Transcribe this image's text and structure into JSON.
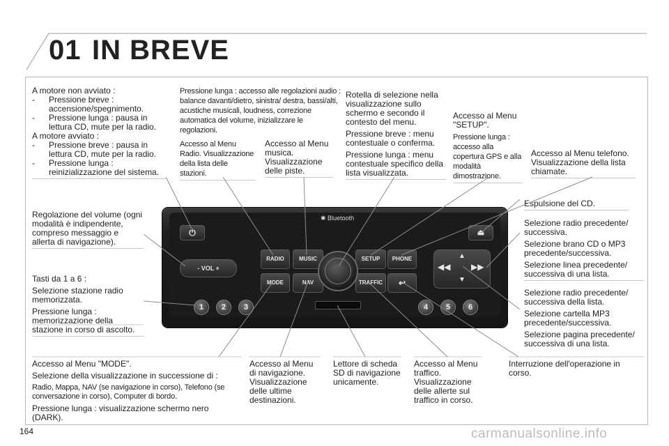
{
  "header": {
    "chapter_number": "01",
    "chapter_title": "IN BREVE"
  },
  "footer": {
    "page_number": "164",
    "watermark": "carmanualsonline.info"
  },
  "radio": {
    "bluetooth_label": "✱ Bluetooth",
    "buttons": {
      "radio": "RADIO",
      "music": "MUSIC",
      "setup": "SETUP",
      "phone": "PHONE",
      "mode": "MODE",
      "nav": "NAV",
      "traffic": "TRAFFIC",
      "vol": "- VOL +"
    },
    "presets": [
      "1",
      "2",
      "3",
      "4",
      "5",
      "6"
    ]
  },
  "labels": {
    "power": {
      "engine_off": "A motore non avviato :",
      "off_short": "Pressione breve : accensione/spegnimento.",
      "off_long": "Pressione lunga : pausa in lettura CD, mute per la radio.",
      "engine_on": "A motore avviato :",
      "on_short": "Pressione breve : pausa in lettura CD, mute per la radio.",
      "on_long": "Pressione lunga : reinizializzazione del sistema."
    },
    "audio_settings": "Pressione lunga : accesso alle regolazioni audio : balance davanti/dietro, sinistra/ destra, bassi/alti, acustiche musicali, loudness, correzione automatica del volume, inizializzare le regolazioni.",
    "radio_menu": "Accesso al Menu Radio. Visualizzazione della lista delle stazioni.",
    "music_menu": "Accesso al Menu musica. Visualizzazione delle piste.",
    "knob_select": "Rotella di selezione nella visualizzazione sullo schermo e secondo il contesto del menu.",
    "knob_short": "Pressione breve : menu contestuale o conferma.",
    "knob_long": "Pressione lunga : menu contestuale specifico della lista visualizzata.",
    "setup_menu": "Accesso al Menu \"SETUP\".",
    "setup_long": "Pressione lunga : accesso alla copertura GPS e alla modalità dimostrazione.",
    "phone_menu": "Accesso al Menu telefono. Visualizzazione della lista chiamate.",
    "eject": "Espulsione del CD.",
    "vol": "Regolazione del volume (ogni modalità è indipendente, compreso messaggio e allerta di navigazione).",
    "lr_radio": "Selezione radio precedente/ successiva.",
    "lr_cd": "Selezione brano CD o MP3 precedente/successiva.",
    "lr_list": "Selezione linea precedente/ successiva di una lista.",
    "presets_title": "Tasti da 1 a 6 :",
    "presets_select": "Selezione stazione radio memorizzata.",
    "presets_long": "Pressione lunga : memorizzazione della stazione in corso di ascolto.",
    "ud_radio": "Selezione radio precedente/ successiva della lista.",
    "ud_folder": "Selezione cartella MP3 precedente/successiva.",
    "ud_page": "Selezione pagina precedente/ successiva di una lista.",
    "mode_menu": "Accesso al Menu \"MODE\".",
    "mode_select": "Selezione della visualizzazione in successione di :",
    "mode_items": "Radio, Mappa, NAV (se navigazione in corso), Telefono (se conversazione in corso), Computer di bordo.",
    "mode_long": "Pressione lunga : visualizzazione schermo nero (DARK).",
    "nav_menu": "Accesso al Menu di navigazione. Visualizzazione delle ultime destinazioni.",
    "sd_reader": "Lettore di scheda SD di navigazione unicamente.",
    "traffic_menu": "Accesso al Menu traffico. Visualizzazione delle allerte sul traffico in corso.",
    "back": "Interruzione dell'operazione in corso."
  },
  "colors": {
    "lines": "#8c8c8c",
    "text": "#222222",
    "radio_body": "#1b1b1b"
  }
}
